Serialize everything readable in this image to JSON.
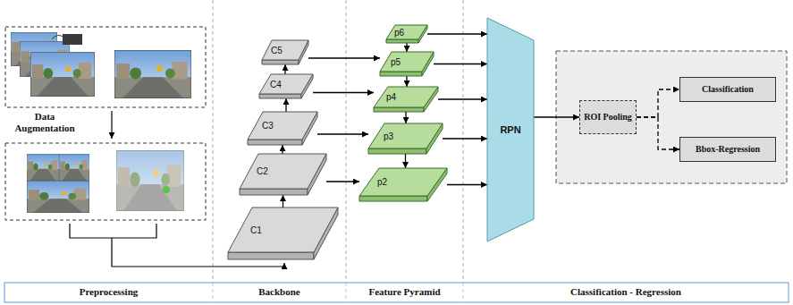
{
  "diagram": {
    "nodes": [
      {
        "text": [
          "C1"
        ]
      },
      {
        "text": [
          "C2"
        ]
      },
      {
        "text": [
          "C3"
        ]
      },
      {
        "text": [
          "C4"
        ]
      },
      {
        "text": [
          "C5"
        ]
      },
      {
        "text": [
          "p6"
        ]
      },
      {
        "text": [
          "p5"
        ]
      },
      {
        "text": [
          "p4"
        ]
      },
      {
        "text": [
          "p3"
        ]
      },
      {
        "text": [
          "p2"
        ]
      },
      {
        "text": [
          "RPN"
        ]
      },
      {
        "text": [
          "ROI Pooling"
        ]
      },
      {
        "text": [
          "Classification"
        ]
      },
      {
        "text": [
          "Bbox-Regression"
        ]
      }
    ],
    "edges": [
      {
        "from": 0,
        "to": 1,
        "arrow": "to"
      },
      {
        "from": 1,
        "to": 2,
        "arrow": "to"
      },
      {
        "from": 2,
        "to": 3,
        "arrow": "to"
      },
      {
        "from": 3,
        "to": 4,
        "arrow": "to"
      },
      {
        "from": 4,
        "to": 6,
        "arrow": "to"
      },
      {
        "from": 3,
        "to": 7,
        "arrow": "to"
      },
      {
        "from": 2,
        "to": 8,
        "arrow": "to"
      },
      {
        "from": 1,
        "to": 9,
        "arrow": "to"
      },
      {
        "from": 5,
        "to": 6,
        "arrow": "to"
      },
      {
        "from": 6,
        "to": 7,
        "arrow": "to"
      },
      {
        "from": 7,
        "to": 8,
        "arrow": "to"
      },
      {
        "from": 8,
        "to": 9,
        "arrow": "to"
      },
      {
        "from": 5,
        "to": 10,
        "arrow": "to"
      },
      {
        "from": 6,
        "to": 10,
        "arrow": "to"
      },
      {
        "from": 7,
        "to": 10,
        "arrow": "to"
      },
      {
        "from": 8,
        "to": 10,
        "arrow": "to"
      },
      {
        "from": 9,
        "to": 10,
        "arrow": "to"
      },
      {
        "from": 10,
        "to": 11,
        "arrow": "to"
      },
      {
        "from": 11,
        "to": 12,
        "arrow": "to"
      },
      {
        "from": 11,
        "to": 13,
        "arrow": "to"
      }
    ],
    "labels": [
      "Data Augmentation",
      "Preprocessing",
      "Backbone",
      "Feature Pyramid",
      "Classification - Regression"
    ]
  }
}
